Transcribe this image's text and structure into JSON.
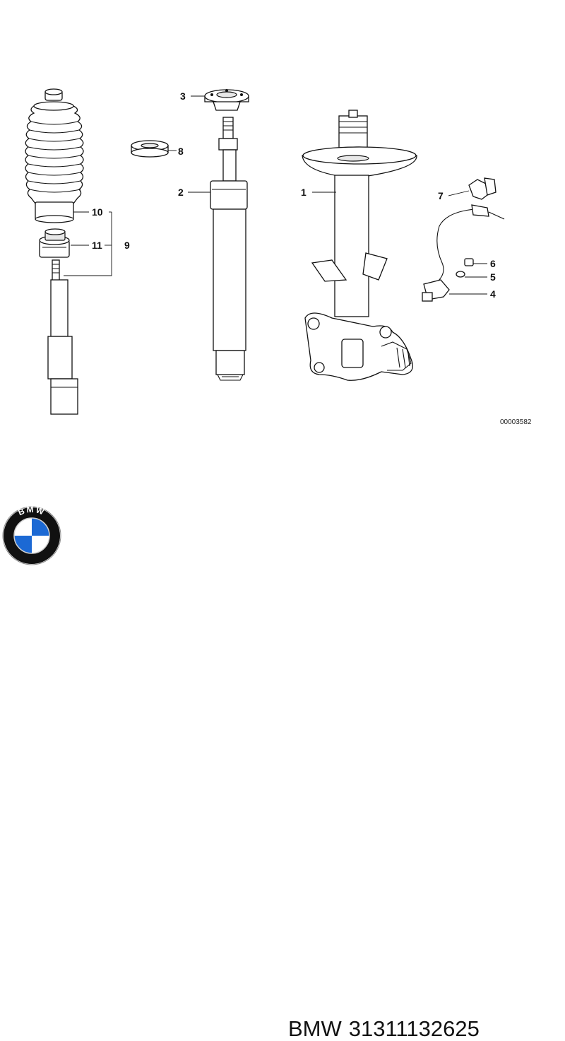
{
  "diagram": {
    "reference_number": "00003582",
    "callouts": [
      "1",
      "2",
      "3",
      "4",
      "5",
      "6",
      "7",
      "8",
      "9",
      "10",
      "11"
    ]
  },
  "footer": {
    "brand": "BMW",
    "part_number": "31311132625",
    "logo_letters": "BMW"
  },
  "colors": {
    "logo_blue": "#1c69d4",
    "logo_ring": "#111111",
    "line": "#111111"
  }
}
